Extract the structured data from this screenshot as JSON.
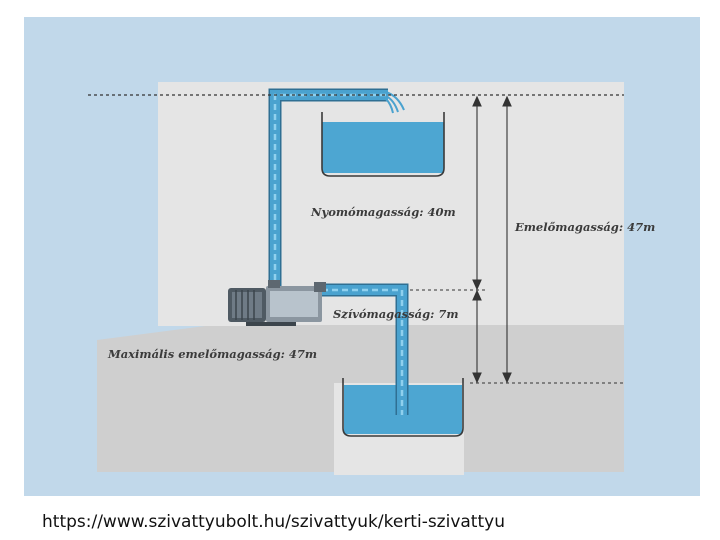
{
  "labels": {
    "delivery_head": "Nyomómagasság: 40m",
    "suction_head": "Szívómagasság: 7m",
    "lifting_head": "Emelőmagasság: 47m",
    "max_lifting_head": "Maximális emelőmagasság: 47m"
  },
  "source_url": "https://www.szivattyubolt.hu/szivattyuk/kerti-szivattyu",
  "colors": {
    "background": "#c1d8ea",
    "wall": "#e5e5e5",
    "ground": "#cfcfcf",
    "water": "#4da6d2",
    "pipe": "#4aa2cf",
    "pump_body": "#6f7b86"
  }
}
